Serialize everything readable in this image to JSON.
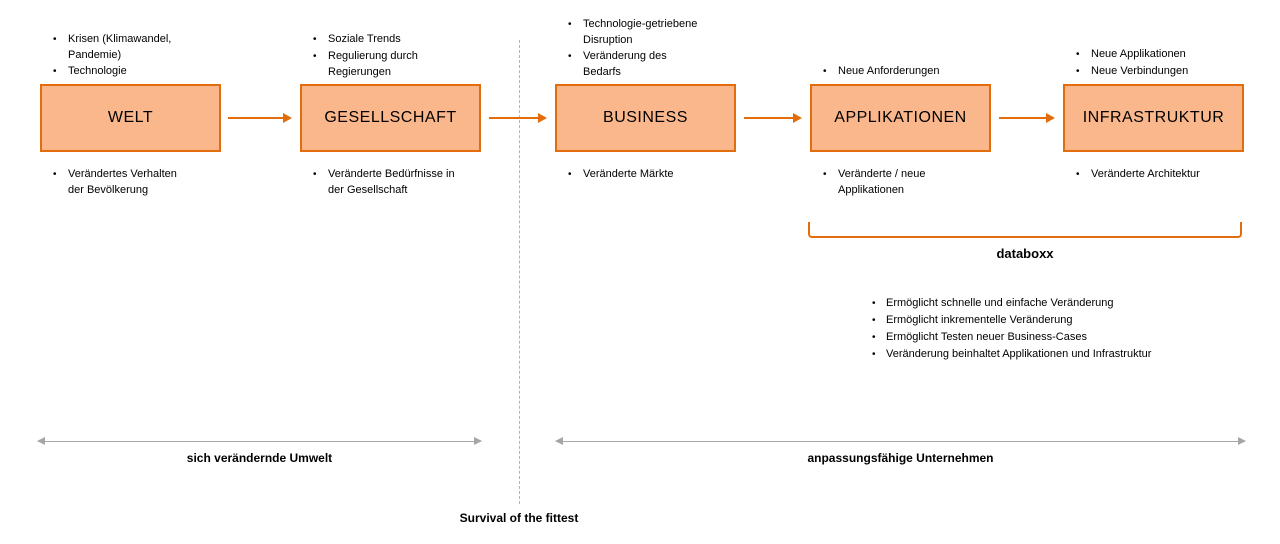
{
  "colors": {
    "accent_orange": "#E36D0C",
    "box_fill": "#FBB78C",
    "gray": "#A6A6A6",
    "text": "#000000"
  },
  "stages": [
    {
      "title": "WELT",
      "above": [
        "Krisen (Klimawandel,\nPandemie)",
        "Technologie"
      ],
      "below": [
        "Verändertes Verhalten\nder Bevölkerung"
      ]
    },
    {
      "title": "GESELLSCHAFT",
      "above": [
        "Soziale Trends",
        "Regulierung durch\nRegierungen"
      ],
      "below": [
        "Veränderte Bedürfnisse in\nder Gesellschaft"
      ]
    },
    {
      "title": "BUSINESS",
      "above": [
        "Technologie-getriebene\nDisruption",
        "Veränderung des\nBedarfs"
      ],
      "below": [
        "Veränderte Märkte"
      ]
    },
    {
      "title": "APPLIKATIONEN",
      "above": [
        "Neue Anforderungen"
      ],
      "below": [
        "Veränderte / neue\nApplikationen"
      ]
    },
    {
      "title": "INFRASTRUKTUR",
      "above": [
        "Neue Applikationen",
        "Neue Verbindungen"
      ],
      "below": [
        "Veränderte Architektur"
      ]
    }
  ],
  "databoxx": {
    "label": "databoxx",
    "bullets": [
      "Ermöglicht schnelle und einfache Veränderung",
      "Ermöglicht inkrementelle Veränderung",
      "Ermöglicht Testen neuer Business-Cases",
      "Veränderung beinhaltet Applikationen und Infrastruktur"
    ]
  },
  "bottom": {
    "left_span": "sich verändernde Umwelt",
    "right_span": "anpassungsfähige Unternehmen",
    "divider": "Survival of the fittest"
  }
}
